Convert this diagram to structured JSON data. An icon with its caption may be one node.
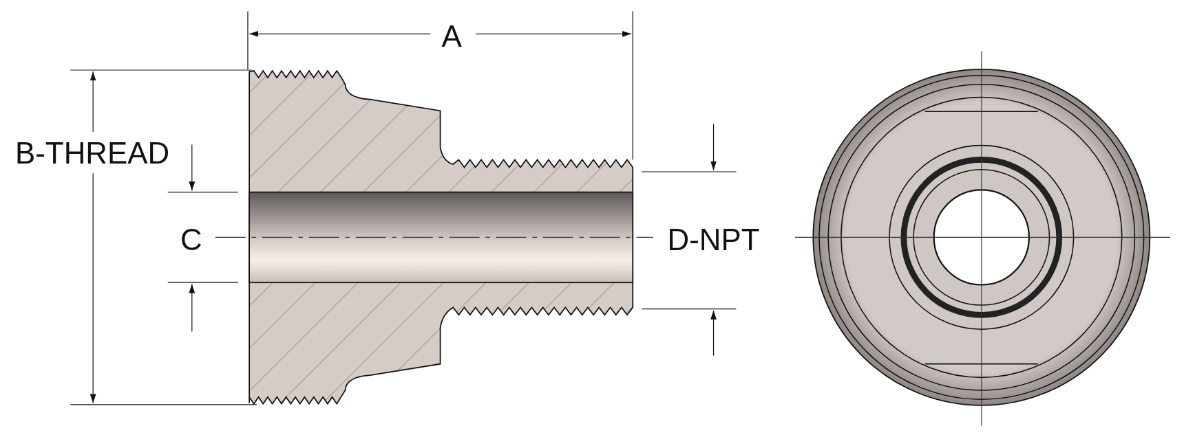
{
  "diagram": {
    "labels": [
      "A",
      "B-THREAD",
      "C",
      "D-NPT"
    ]
  }
}
